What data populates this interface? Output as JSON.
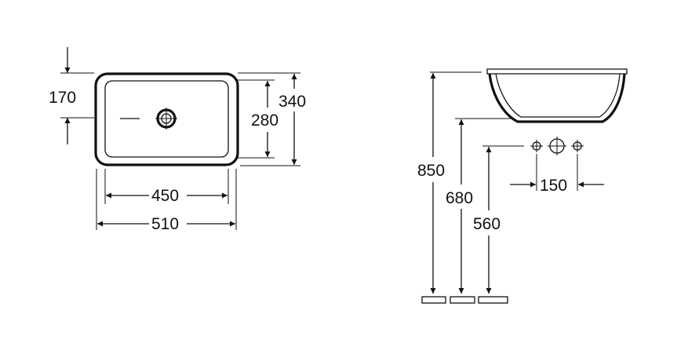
{
  "plan_view": {
    "dim_depth_to_drain": "170",
    "dim_inner_width": "450",
    "dim_outer_width": "510",
    "dim_inner_depth": "280",
    "dim_outer_depth": "340"
  },
  "side_view": {
    "dim_rim_height": "850",
    "dim_outlet_height": "680",
    "dim_tap_height": "560",
    "dim_tap_spacing": "150"
  }
}
